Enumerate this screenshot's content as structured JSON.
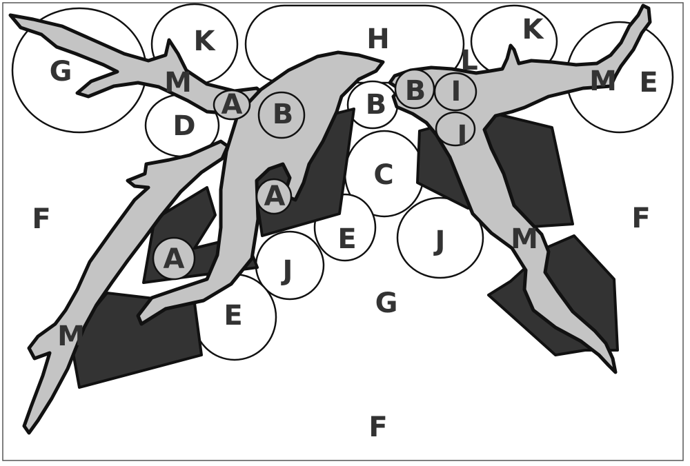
{
  "colors": {
    "branch_fill": "#c4c4c4",
    "dark_fill": "#333333",
    "outline": "#111111",
    "background": "#ffffff",
    "label": "#333333"
  },
  "labels": {
    "g_top_left": "G",
    "k_top_left": "K",
    "h_top": "H",
    "k_top_right": "K",
    "l_top": "L",
    "e_top_right": "E",
    "m_top_left": "M",
    "m_top_right": "M",
    "a_top": "A",
    "b_top_left": "B",
    "b_center": "B",
    "b_right": "B",
    "i_right_1": "I",
    "i_right_2": "I",
    "d_left": "D",
    "c_center": "C",
    "f_left": "F",
    "f_right": "F",
    "a_middle": "A",
    "e_middle": "E",
    "j_center_right": "J",
    "m_right_branch": "M",
    "a_lower": "A",
    "j_center_left": "J",
    "g_center": "G",
    "e_lower": "E",
    "m_lower_left": "M",
    "f_bottom": "F"
  }
}
